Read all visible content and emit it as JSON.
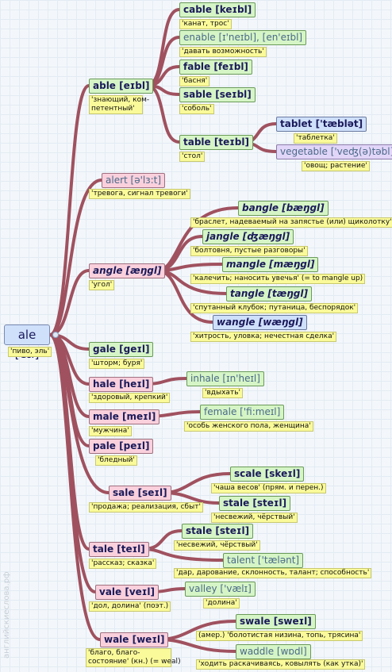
{
  "root": {
    "word": "ale [eɪl]",
    "translation": "'пиво, эль'"
  },
  "watermark": "английскиеслова.рф",
  "colors": {
    "link": "#a0515f",
    "green": "#d6f5c6",
    "pink": "#f9d0dc",
    "blue": "#cfe0fb",
    "lilac": "#e2d6f8",
    "note": "#fafa9a"
  },
  "able": {
    "word": "able [eɪbl]",
    "translation_1": "'знающий, ком-",
    "translation_2": "петентный'"
  },
  "cable": {
    "word": "cable [keɪbl]",
    "translation": "'канат, трос'"
  },
  "enable": {
    "word": "enable [ɪ'neɪbl], [en'eɪbl]",
    "translation": "'давать возможность'"
  },
  "fable": {
    "word": "fable [feɪbl]",
    "translation": "'басня'"
  },
  "sable": {
    "word": "sable [seɪbl]",
    "translation": "'соболь'"
  },
  "table": {
    "word": "table [teɪbl]",
    "translation": "'стол'"
  },
  "tablet": {
    "word": "tablet ['tæblət]",
    "translation": "'таблетка'"
  },
  "vegetable": {
    "word": "vegetable ['veʤ(ə)təbl]",
    "translation": "'овощ; растение'"
  },
  "alert": {
    "word": "alert [ə'lɜ:t]",
    "translation": "'тревога, сигнал тревоги'"
  },
  "angle": {
    "word": "angle [æŋgl]",
    "translation": "'угол'"
  },
  "bangle": {
    "word": "bangle [bæŋgl]",
    "translation": "'браслет, надеваемый на запястье (или) щиколотку'"
  },
  "jangle": {
    "word": "jangle [ʤæŋgl]",
    "translation": "'болтовня, пустые разговоры'"
  },
  "mangle": {
    "word": "mangle [mæŋgl]",
    "translation": "'калечить; наносить увечья' (= to mangle up)"
  },
  "tangle": {
    "word": "tangle [tæŋgl]",
    "translation": "'спутанный клубок; путаница, беспорядок'"
  },
  "wangle": {
    "word": "wangle [wæŋgl]",
    "translation": "'хитрость, уловка; нечестная сделка'"
  },
  "gale": {
    "word": "gale [geɪl]",
    "translation": "'шторм; буря'"
  },
  "hale": {
    "word": "hale [heɪl]",
    "translation": "'здоровый, крепкий'"
  },
  "inhale": {
    "word": "inhale [ɪn'heɪl]",
    "translation": "'вдыхать'"
  },
  "male": {
    "word": "male [meɪl]",
    "translation": "'мужчина'"
  },
  "female": {
    "word": "female ['fi:meɪl]",
    "translation": "'особь женского пола, женщина'"
  },
  "pale": {
    "word": "pale [peɪl]",
    "translation": "'бледный'"
  },
  "sale": {
    "word": "sale [seɪl]",
    "translation": "'продажа; реализация, сбыт'"
  },
  "scale": {
    "word": "scale [skeɪl]",
    "translation": "'чаша весов' (прям. и перен.)"
  },
  "stale1": {
    "word": "stale [steɪl]",
    "translation": "'несвежий, чёрствый'"
  },
  "tale": {
    "word": "tale [teɪl]",
    "translation": "'рассказ; сказка'"
  },
  "stale2": {
    "word": "stale [steɪl]",
    "translation": "'несвежий, чёрствый'"
  },
  "talent": {
    "word": "talent ['tælənt]",
    "translation": "'дар, дарование, склонность, талант; способность'"
  },
  "vale": {
    "word": "vale [veɪl]",
    "translation": "'дол, долина' (поэт.)"
  },
  "valley": {
    "word": "valley ['vælɪ]",
    "translation": "'долина'"
  },
  "wale": {
    "word": "wale [weɪl]",
    "translation_1": "'благо, благо-",
    "translation_2": "состояние' (кн.) (= weal)"
  },
  "swale": {
    "word": "swale [sweɪl]",
    "translation": "(амер.) 'болотистая низина, топь, трясина'"
  },
  "waddle": {
    "word": "waddle [wɒdl]",
    "translation": "'ходить раскачиваясь, ковылять (как утка)'"
  }
}
